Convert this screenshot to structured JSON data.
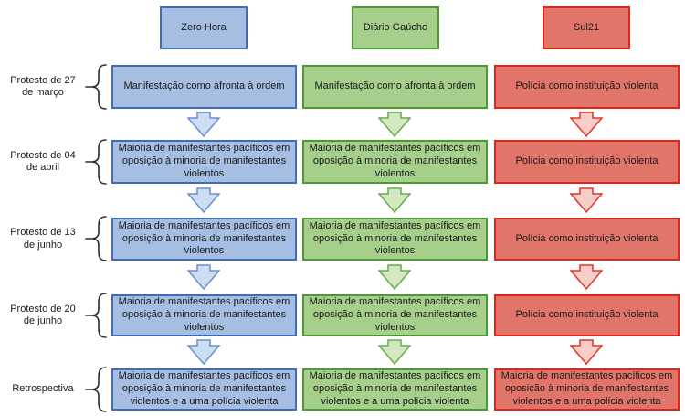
{
  "diagram": {
    "columns": [
      {
        "label": "Zero Hora",
        "scheme": "blue"
      },
      {
        "label": "Diário Gaúcho",
        "scheme": "green"
      },
      {
        "label": "Sul21",
        "scheme": "red"
      }
    ],
    "rows": [
      {
        "label": "Protesto de 27 de março",
        "cells": [
          "Manifestação como afronta à ordem",
          "Manifestação como afronta à ordem",
          "Polícia como instituição violenta"
        ]
      },
      {
        "label": "Protesto de 04 de abril",
        "cells": [
          "Maioria de manifestantes pacíficos em oposição à minoria de manifestantes violentos",
          "Maioria de manifestantes pacíficos em oposição à minoria de manifestantes violentos",
          "Polícia como instituição violenta"
        ]
      },
      {
        "label": "Protesto de 13 de junho",
        "cells": [
          "Maioria de manifestantes pacíficos em oposição à minoria de manifestantes violentos",
          "Maioria de manifestantes pacíficos em oposição à minoria de manifestantes violentos",
          "Polícia como instituição violenta"
        ]
      },
      {
        "label": "Protesto de 20 de junho",
        "cells": [
          "Maioria de manifestantes pacíficos em oposição à minoria de manifestantes violentos",
          "Maioria de manifestantes pacíficos em oposição à minoria de manifestantes violentos",
          "Polícia como instituição violenta"
        ]
      },
      {
        "label": "Retrospectiva",
        "cells": [
          "Maioria de manifestantes pacíficos em oposição à minoria de manifestantes violentos e a uma polícia violenta",
          "Maioria de manifestantes pacíficos em oposição à minoria de manifestantes violentos e a uma polícia violenta",
          "Maioria de manifestantes pacíficos em oposição à minoria de manifestantes violentos e a uma polícia violenta"
        ]
      }
    ]
  },
  "colors": {
    "blue_fill": "#a6bee2",
    "blue_border": "#3f6cb8",
    "blue_arrow_fill": "#cdddf2",
    "blue_arrow_border": "#6b8ed0",
    "green_fill": "#a6cf8c",
    "green_border": "#4a9b31",
    "green_arrow_fill": "#d3e8c2",
    "green_arrow_border": "#66ad4a",
    "red_fill": "#e2756a",
    "red_border": "#e1251b",
    "red_arrow_fill": "#f6cdc7",
    "red_arrow_border": "#e4352a"
  }
}
